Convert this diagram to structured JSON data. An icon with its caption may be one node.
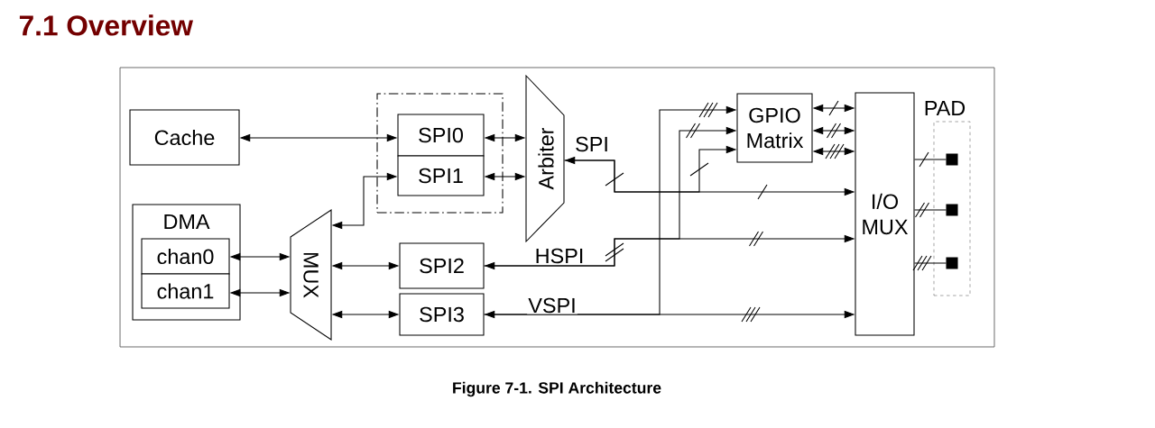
{
  "diagram": {
    "title": "7.1 Overview",
    "caption": "Figure 7-1. SPI Architecture",
    "nodes": [
      {
        "text": [
          "Cache"
        ]
      },
      {
        "text": [],
        "shape": "box"
      },
      {
        "text": [
          "SPI0"
        ],
        "in": 1
      },
      {
        "text": [
          "SPI1"
        ],
        "in": 1
      },
      {
        "text": [
          "Arbiter"
        ]
      },
      {
        "text": [
          "DMA"
        ]
      },
      {
        "text": [
          "chan0"
        ],
        "in": 5
      },
      {
        "text": [
          "chan1"
        ],
        "in": 5
      },
      {
        "text": [
          "MUX"
        ]
      },
      {
        "text": [
          "SPI2"
        ]
      },
      {
        "text": [
          "SPI3"
        ]
      },
      {
        "text": [
          "GPIO Matrix"
        ]
      },
      {
        "text": [
          "I/O MUX"
        ]
      },
      {
        "text": [
          "PAD"
        ]
      },
      {
        "text": [],
        "shape": "box",
        "in": 13
      },
      {
        "text": [],
        "shape": "box",
        "in": 13
      },
      {
        "text": [],
        "shape": "box",
        "in": 13
      }
    ],
    "edges": [
      {
        "from": 0,
        "to": 2,
        "arrow": "both"
      },
      {
        "from": 2,
        "to": 4,
        "arrow": "both"
      },
      {
        "from": 3,
        "to": 4,
        "arrow": "both"
      },
      {
        "from": 6,
        "to": 8,
        "arrow": "both"
      },
      {
        "from": 7,
        "to": 8,
        "arrow": "both"
      },
      {
        "from": 8,
        "to": 3,
        "arrow": "both"
      },
      {
        "from": 8,
        "to": 9,
        "arrow": "both"
      },
      {
        "from": 8,
        "to": 10,
        "arrow": "both"
      },
      {
        "from": 4,
        "to": 12,
        "arrow": "both",
        "label": "SPI"
      },
      {
        "from": 4,
        "to": 11,
        "arrow": "to"
      },
      {
        "from": 9,
        "to": 12,
        "arrow": "both",
        "label": "HSPI"
      },
      {
        "from": 9,
        "to": 11,
        "arrow": "to"
      },
      {
        "from": 10,
        "to": 12,
        "arrow": "both",
        "label": "VSPI"
      },
      {
        "from": 10,
        "to": 11,
        "arrow": "to"
      },
      {
        "from": 11,
        "to": 12,
        "arrow": "both"
      },
      {
        "from": 11,
        "to": 12,
        "arrow": "both"
      },
      {
        "from": 11,
        "to": 12,
        "arrow": "both"
      },
      {
        "from": 12,
        "to": 14,
        "arrow": "none"
      },
      {
        "from": 12,
        "to": 15,
        "arrow": "none"
      },
      {
        "from": 12,
        "to": 16,
        "arrow": "none"
      }
    ]
  }
}
